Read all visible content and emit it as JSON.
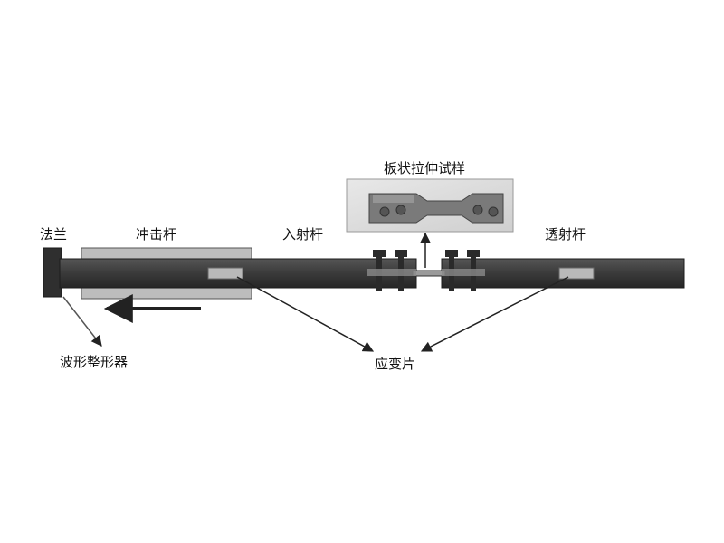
{
  "labels": {
    "flange": "法兰",
    "striker_bar": "冲击杆",
    "incident_bar": "入射杆",
    "specimen": "板状拉伸试样",
    "transmission_bar": "透射杆",
    "pulse_shaper": "波形整形器",
    "strain_gauge": "应变片"
  },
  "colors": {
    "bar": "#3a3a3a",
    "bar_edge": "#1c1c1c",
    "sleeve": "#bdbdbd",
    "gauge": "#b9b9b9",
    "clamp": "#2a2a2a",
    "line": "#222222"
  }
}
